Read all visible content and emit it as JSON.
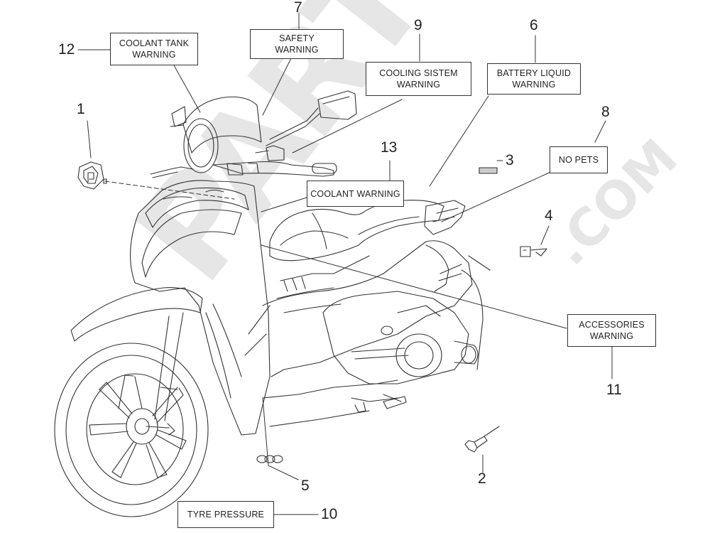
{
  "watermark": {
    "brand": "PARTS",
    "suffix": ".COM",
    "color": "#e6e6e6"
  },
  "callouts": [
    {
      "id": "1",
      "number": "1"
    },
    {
      "id": "2",
      "number": "2"
    },
    {
      "id": "3",
      "number": "3"
    },
    {
      "id": "4",
      "number": "4"
    },
    {
      "id": "5",
      "number": "5"
    },
    {
      "id": "6",
      "number": "6",
      "label_lines": [
        "BATTERY LIQUID",
        "WARNING"
      ]
    },
    {
      "id": "7",
      "number": "7",
      "label_lines": [
        "SAFETY",
        "WARNING"
      ]
    },
    {
      "id": "8",
      "number": "8",
      "label_lines": [
        "NO PETS"
      ]
    },
    {
      "id": "9",
      "number": "9",
      "label_lines": [
        "COOLING SISTEM",
        "WARNING"
      ]
    },
    {
      "id": "10",
      "number": "10",
      "label_lines": [
        "TYRE PRESSURE"
      ]
    },
    {
      "id": "11",
      "number": "11",
      "label_lines": [
        "ACCESSORIES",
        "WARNING"
      ]
    },
    {
      "id": "12",
      "number": "12",
      "label_lines": [
        "COOLANT TANK",
        "WARNING"
      ]
    },
    {
      "id": "13",
      "number": "13",
      "label_lines": [
        "COOLANT WARNING"
      ]
    }
  ],
  "colors": {
    "line": "#333333",
    "fill": "#ffffff",
    "text": "#222222"
  }
}
